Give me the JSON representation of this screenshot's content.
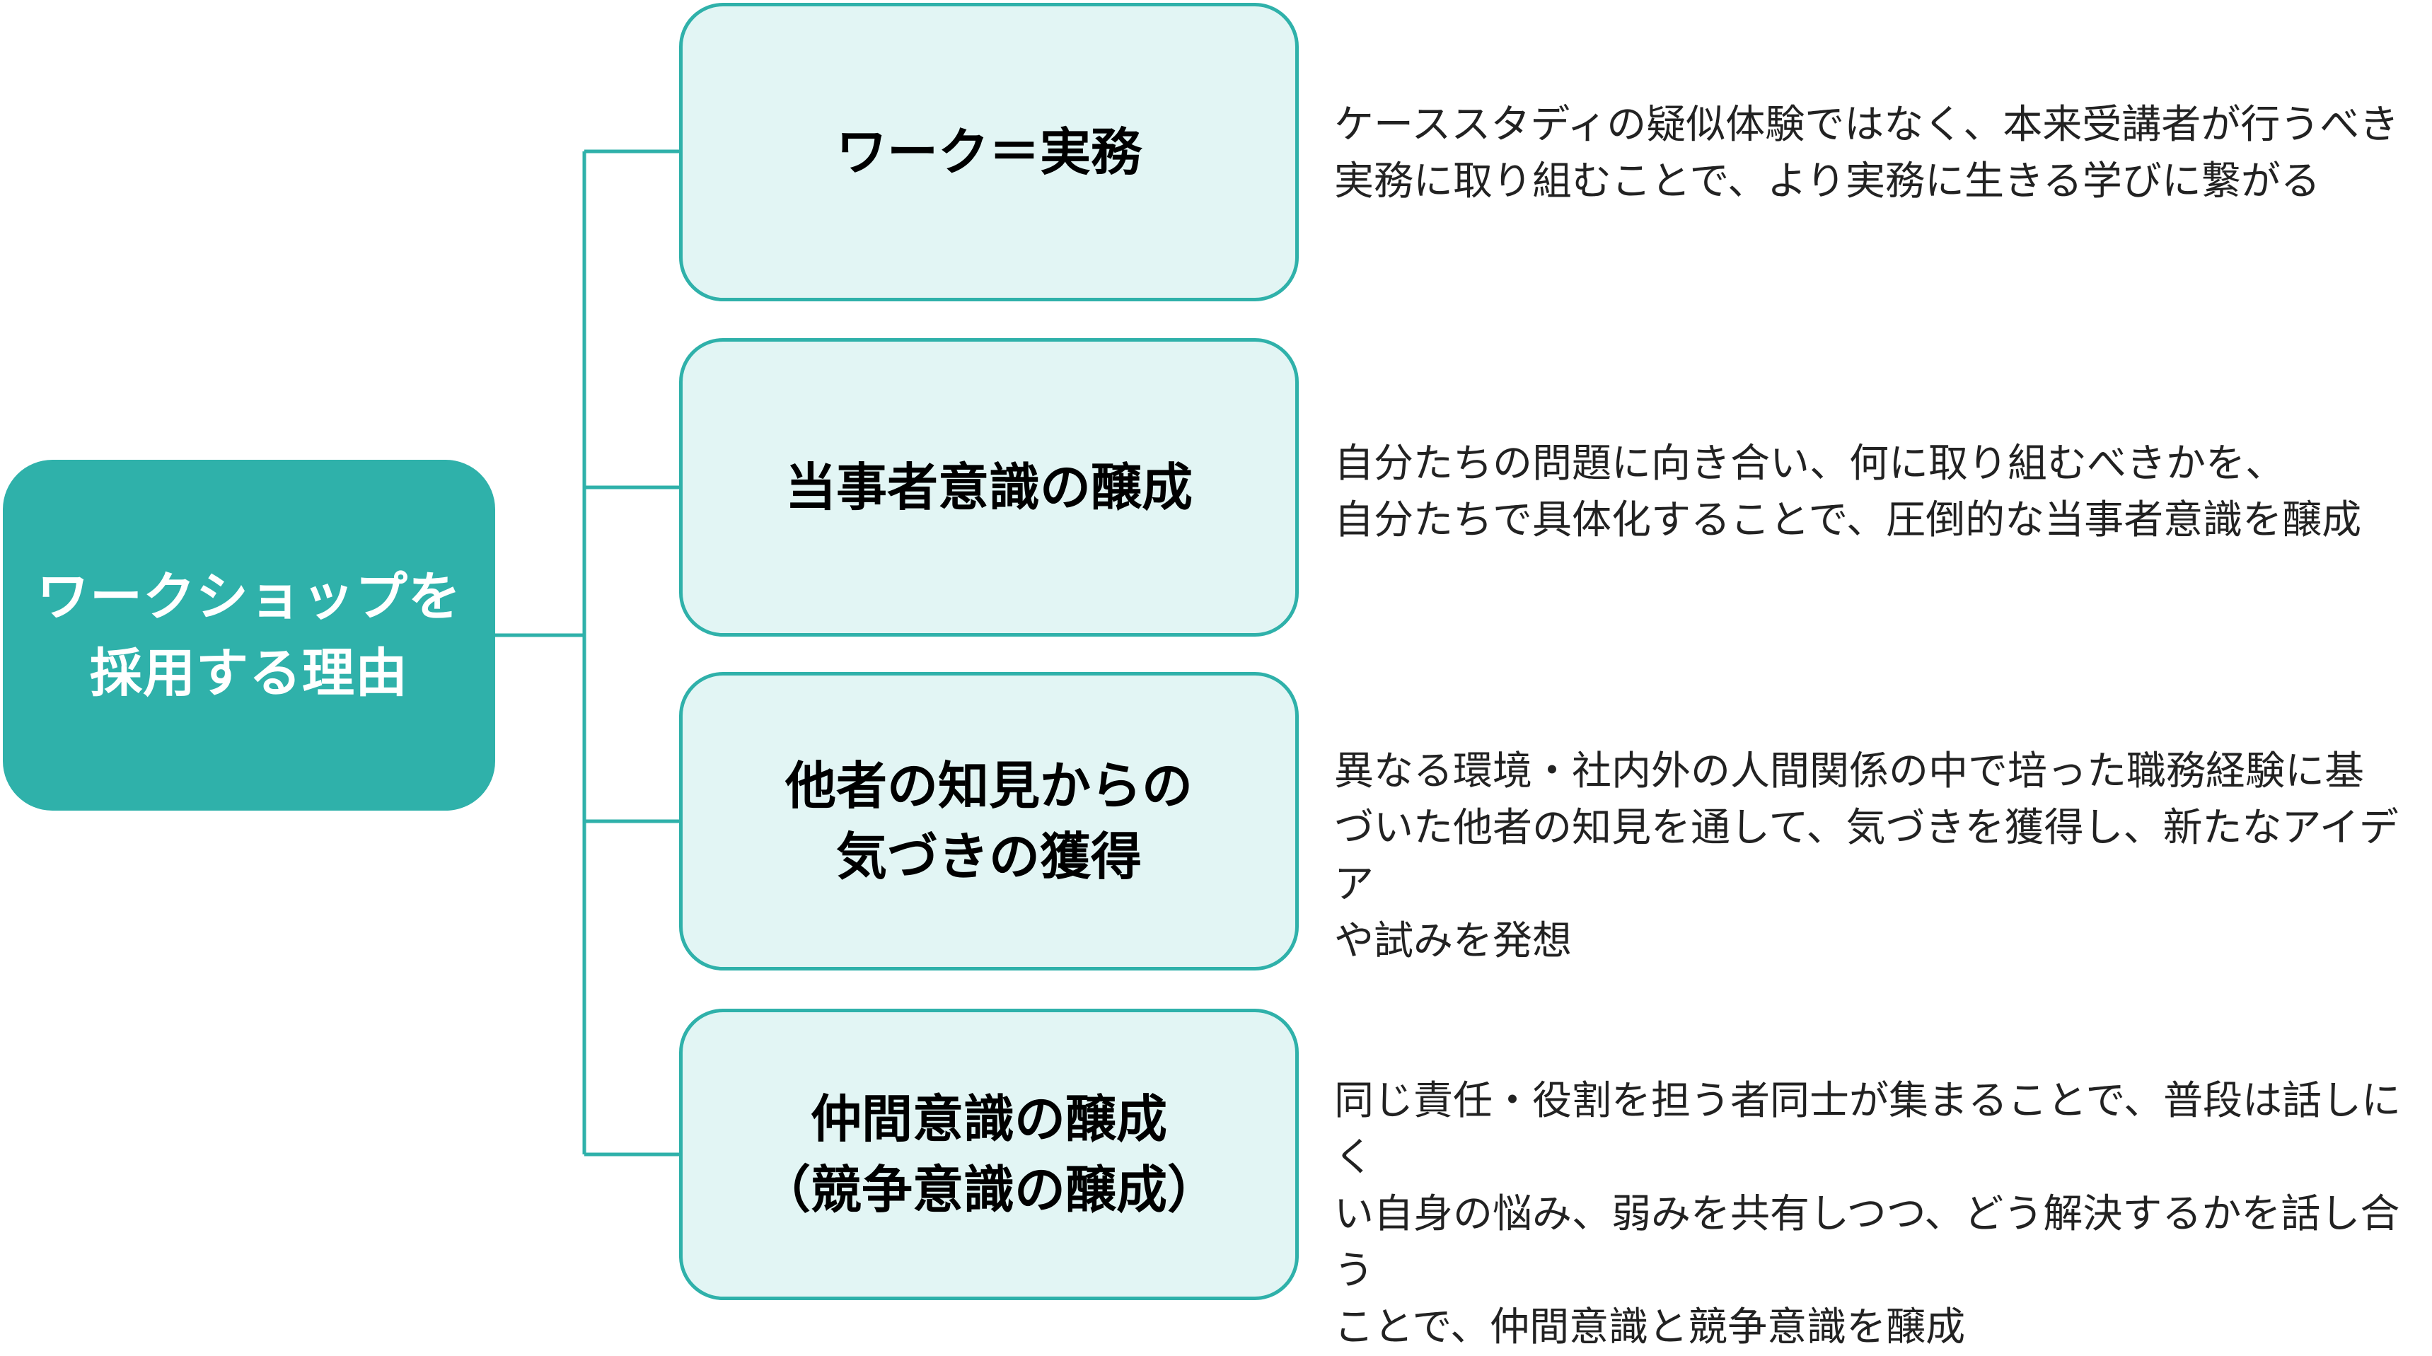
{
  "root": {
    "title": "ワークショップを\n採用する理由"
  },
  "reasons": [
    {
      "title": "ワーク＝実務",
      "description": "ケーススタディの疑似体験ではなく、本来受講者が行うべき\n実務に取り組むことで、より実務に生きる学びに繋がる"
    },
    {
      "title": "当事者意識の醸成",
      "description": "自分たちの問題に向き合い、何に取り組むべきかを、\n自分たちで具体化することで、圧倒的な当事者意識を醸成"
    },
    {
      "title": "他者の知見からの\n気づきの獲得",
      "description": "異なる環境・社内外の人間関係の中で培った職務経験に基\nづいた他者の知見を通して、気づきを獲得し、新たなアイデア\nや試みを発想"
    },
    {
      "title": "仲間意識の醸成\n（競争意識の醸成）",
      "description": "同じ責任・役割を担う者同士が集まることで、普段は話しにく\nい自身の悩み、弱みを共有しつつ、どう解決するかを話し合う\nことで、仲間意識と競争意識を醸成"
    }
  ],
  "colors": {
    "accent": "#2fb1aa",
    "box_fill": "#e2f5f4",
    "root_text": "#ffffff",
    "text": "#222222"
  }
}
